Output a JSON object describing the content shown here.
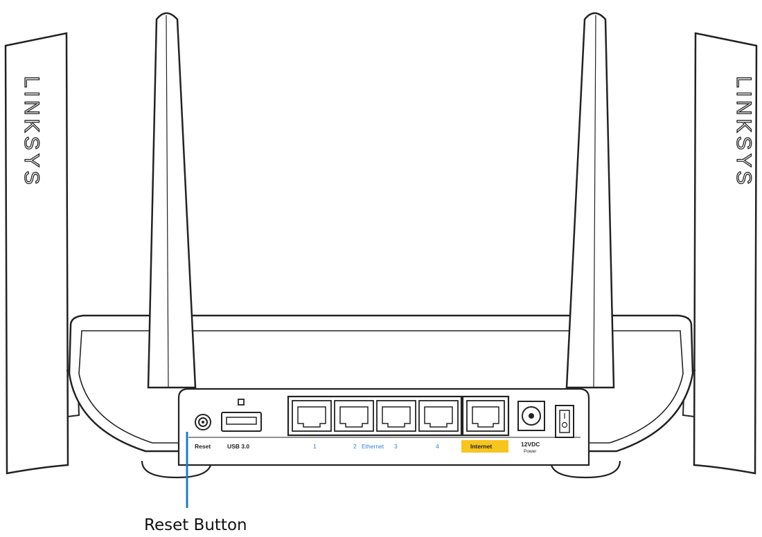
{
  "brand": "LINKSYS",
  "ports": {
    "reset": "Reset",
    "usb": "USB 3.0",
    "eth1": "1",
    "eth2": "2",
    "ethernet": "Ethernet",
    "eth3": "3",
    "eth4": "4",
    "internet": "Internet",
    "power_voltage": "12VDC",
    "power": "Power"
  },
  "callout": {
    "label": "Reset Button"
  },
  "colors": {
    "callout_line": "#1f78c8",
    "internet_highlight": "#f7c51e",
    "ethernet_text": "#2f7fd8"
  }
}
